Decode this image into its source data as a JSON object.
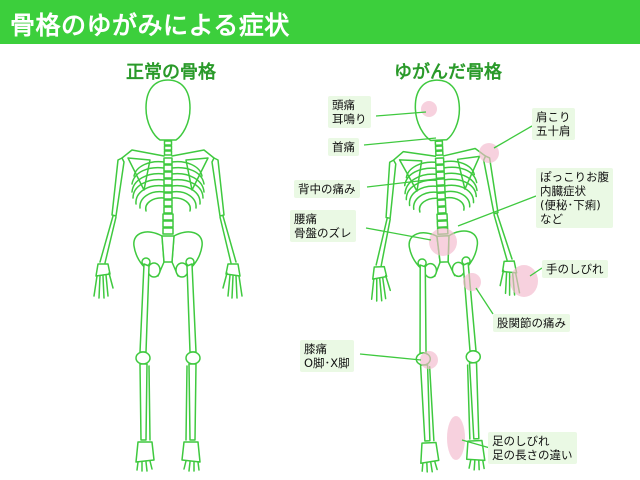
{
  "header": {
    "title": "骨格のゆがみによる症状"
  },
  "left_panel": {
    "title": "正常の骨格"
  },
  "right_panel": {
    "title": "ゆがんだ骨格"
  },
  "labels": {
    "head": [
      "頭痛",
      "耳鳴り"
    ],
    "neck": [
      "首痛"
    ],
    "back": [
      "背中の痛み"
    ],
    "lumbar": [
      "腰痛",
      "骨盤のズレ"
    ],
    "knee": [
      "膝痛",
      "O脚･X脚"
    ],
    "shoulder": [
      "肩こり",
      "五十肩"
    ],
    "abdomen": [
      "ぽっこりお腹",
      "内臓症状",
      "(便秘･下痢)",
      "など"
    ],
    "hand": [
      "手のしびれ"
    ],
    "hip": [
      "股関節の痛み"
    ],
    "foot": [
      "足のしびれ",
      "足の長さの違い"
    ]
  },
  "colors": {
    "banner": "#3ccf3c",
    "bone_stroke": "#3fc93f",
    "bone_fill": "#ffffff",
    "highlight": "#f2b8cc",
    "label_bg": "#eaf9e4",
    "subtitle": "#2a9a2a"
  }
}
